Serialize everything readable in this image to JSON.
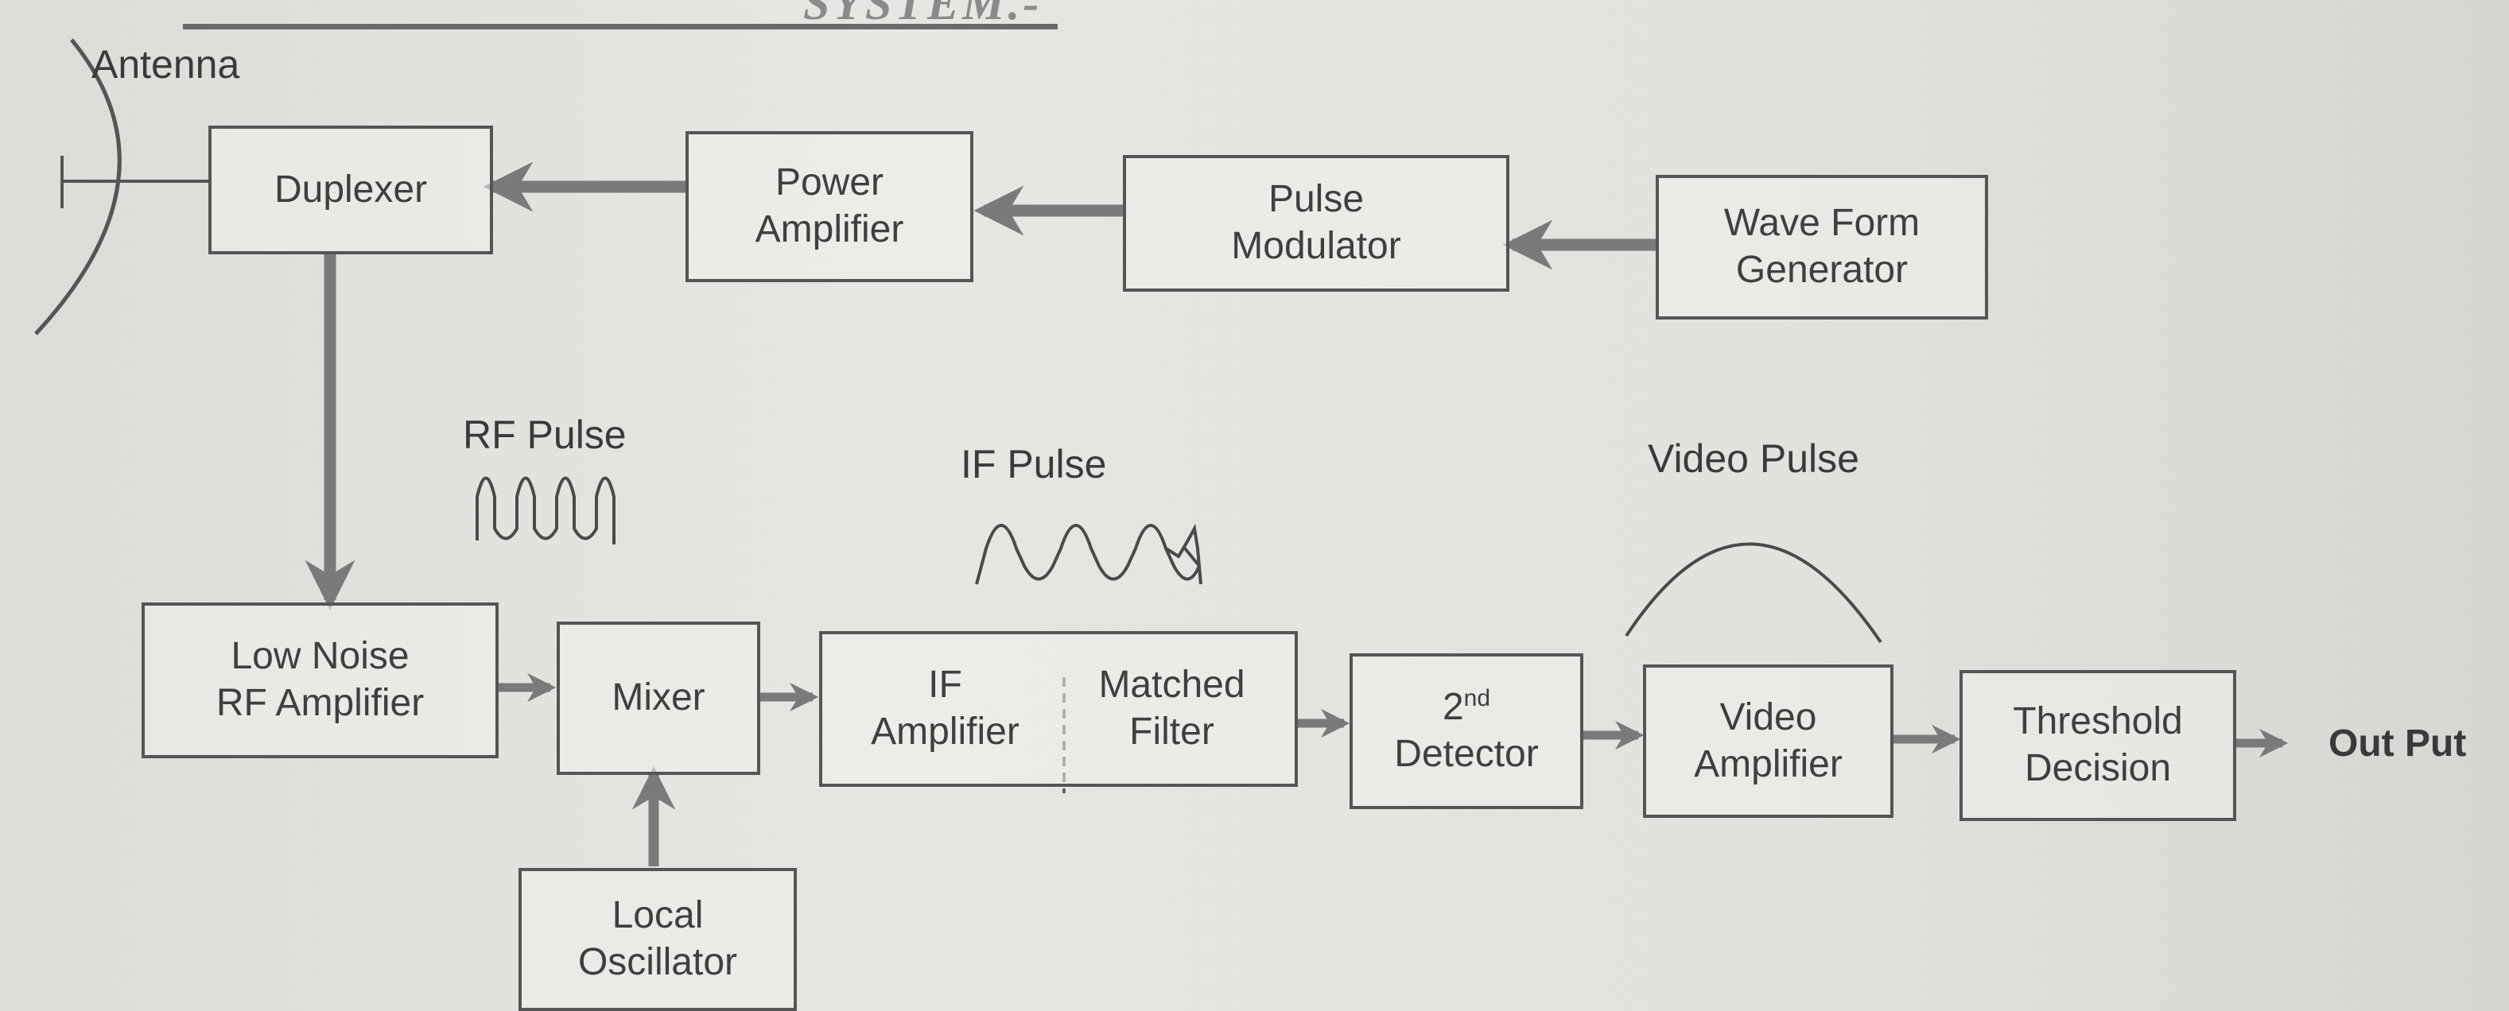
{
  "header": {
    "text": "SYSTEM.-"
  },
  "antenna_label": "Antenna",
  "blocks": {
    "duplexer": "Duplexer",
    "power_amplifier": [
      "Power",
      "Amplifier"
    ],
    "pulse_modulator": [
      "Pulse",
      "Modulator"
    ],
    "waveform_generator": [
      "Wave Form",
      "Generator"
    ],
    "lna": [
      "Low Noise",
      "RF Amplifier"
    ],
    "mixer": "Mixer",
    "local_oscillator": [
      "Local",
      "Oscillator"
    ],
    "if_amplifier": [
      "IF",
      "Amplifier"
    ],
    "matched_filter": [
      "Matched",
      "Filter"
    ],
    "second_detector": {
      "main": "2",
      "sup": "nd",
      "line2": "Detector"
    },
    "video_amplifier": [
      "Video",
      "Amplifier"
    ],
    "threshold_decision": [
      "Threshold",
      "Decision"
    ]
  },
  "pulses": {
    "rf": "RF Pulse",
    "if": "IF Pulse",
    "video": "Video Pulse"
  },
  "output_label": "Out Put",
  "colors": {
    "line": "#555555",
    "arrow": "#7a7a7a"
  }
}
